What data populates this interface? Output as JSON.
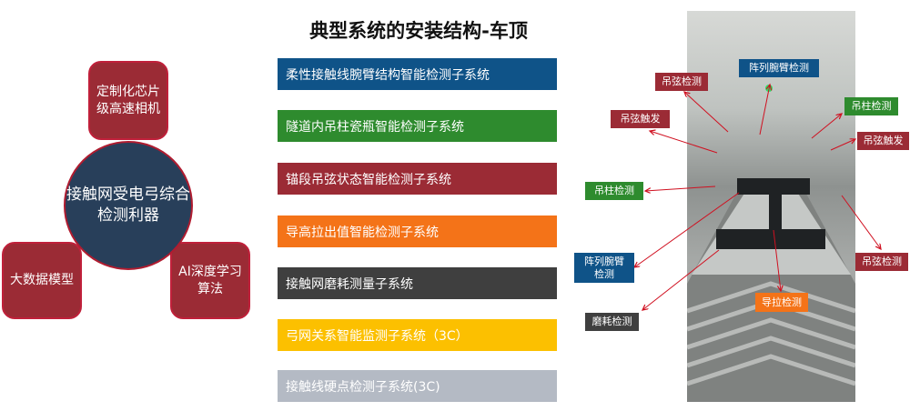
{
  "hub": {
    "center": "接触网受电弓综合检测利器",
    "top": "定制化芯片级高速相机",
    "left": "大数据模型",
    "right": "AI深度学习算法"
  },
  "title": "典型系统的安装结构-车顶",
  "systems": [
    {
      "label": "柔性接触线腕臂结构智能检测子系统",
      "color": "#0f5388"
    },
    {
      "label": "隧道内吊柱瓷瓶智能检测子系统",
      "color": "#2e8b2e"
    },
    {
      "label": "锚段吊弦状态智能检测子系统",
      "color": "#9b2b35"
    },
    {
      "label": "导高拉出值智能检测子系统",
      "color": "#f47318"
    },
    {
      "label": "接触网磨耗测量子系统",
      "color": "#3f3f3f"
    },
    {
      "label": "弓网关系智能监测子系统（3C）",
      "color": "#fcc000"
    },
    {
      "label": "接触线硬点检测子系统(3C)",
      "color": "#b4bac4"
    }
  ],
  "photo_labels": {
    "arm_top": "阵列腕臂检测",
    "dropper_tl": "吊弦检测",
    "trigger_l": "吊弦触发",
    "pillar_r": "吊柱检测",
    "trigger_r": "吊弦触发",
    "pillar_l": "吊柱检测",
    "arm_l": "阵列腕臂检测",
    "dropper_r": "吊弦检测",
    "stagger": "导拉检测",
    "wear": "磨耗检测"
  }
}
